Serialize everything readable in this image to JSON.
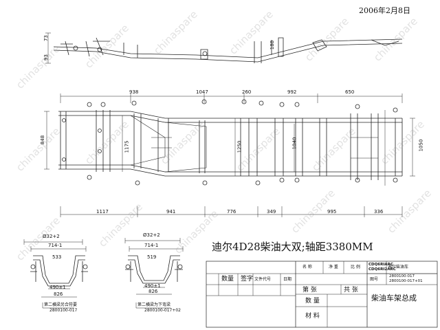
{
  "header": {
    "date": "2006年2月8日"
  },
  "drawing_title": "迪尔4D28柴油大双;轴距3380MM",
  "side_view": {
    "left_dims": [
      "73",
      "93"
    ],
    "dim_188": "188"
  },
  "top_dims": [
    "938",
    "1047",
    "260",
    "992",
    "650"
  ],
  "bottom_dims": [
    "1117",
    "941",
    "776",
    "349",
    "995",
    "336"
  ],
  "vertical_dims": [
    "848",
    "1175",
    "1250",
    "1040",
    "1050"
  ],
  "section_left": {
    "top_label": "Ø32+2",
    "width_label": "714-1",
    "inner_label": "533",
    "lower_label": "490±1",
    "bottom_label": "826",
    "note1": "第二横梁另合符要",
    "note2": "2800100-017"
  },
  "section_right": {
    "top_label": "Ø32+2",
    "width_label": "714-1",
    "inner_label": "519",
    "lower_label": "490±1",
    "bottom_label": "826",
    "note1": "第二横梁为下弯梁",
    "note2": "2800100-017+02"
  },
  "title_block": {
    "qty_header": "数量",
    "sign_header": "签字",
    "docno_header": "文件代号",
    "date_header": "日期",
    "name_label": "名 称",
    "net_label": "净 重",
    "scale_label": "比 例",
    "code1": "CDQ6RIARC",
    "code2": "CDQ6RI2ARC",
    "part_name": "迪尔柴油车",
    "drawing_no_label": "图号",
    "drawing_no1": "2800100-017",
    "drawing_no2": "2800100-017+01",
    "sheet_label": "第 张",
    "total_label": "共 张",
    "quantity_label": "数 量",
    "material_label": "材 料",
    "assembly_name": "柴油车架总成"
  },
  "watermark": "chinaspare"
}
